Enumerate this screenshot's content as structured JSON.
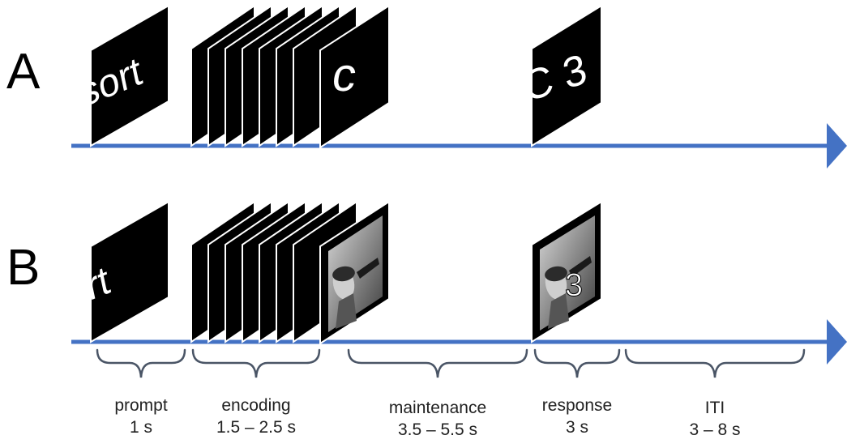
{
  "panels": [
    {
      "label": "A",
      "prompt_word": "sort",
      "encoding_stimulus": "c",
      "response_stimulus": "C 3",
      "stimulus_type": "letter"
    },
    {
      "label": "B",
      "prompt_word": "sort",
      "encoding_stimulus": "",
      "response_stimulus": "3",
      "stimulus_type": "photo"
    }
  ],
  "phases": [
    {
      "name": "prompt",
      "duration": "1 s"
    },
    {
      "name": "encoding",
      "duration": "1.5 – 2.5 s"
    },
    {
      "name": "maintenance",
      "duration": "3.5 – 5.5 s"
    },
    {
      "name": "response",
      "duration": "3 s"
    },
    {
      "name": "ITI",
      "duration": "3 – 8 s"
    }
  ],
  "colors": {
    "timeline": "#4472C4",
    "card": "#000000",
    "card_text": "#ffffff",
    "brace": "#4a5566",
    "label_text": "#222222"
  }
}
